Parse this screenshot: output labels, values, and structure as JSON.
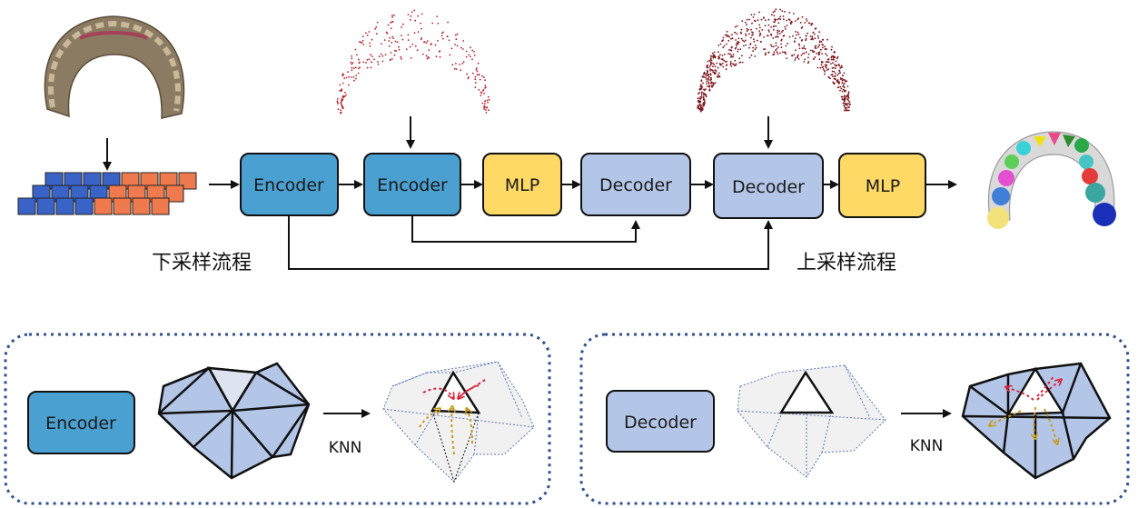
{
  "colors": {
    "encoder_fill": "#4aa0d0",
    "decoder_fill": "#b4c6e7",
    "mlp_fill": "#ffd966",
    "panel_border": "#2f4f8f",
    "mesh_fill": "#b4c6e7",
    "mesh_center": "#dde3f0",
    "mesh_light": "#f1f1f1",
    "red_arrow": "#d7263d",
    "yellow_arrow": "#c89a1a",
    "grid_blue": "#3a63c8",
    "grid_orange": "#ef7a4e"
  },
  "pipeline": {
    "encoder1": "Encoder",
    "encoder2": "Encoder",
    "mlp1": "MLP",
    "decoder1": "Decoder",
    "decoder2": "Decoder",
    "mlp2": "MLP"
  },
  "captions": {
    "downsample": "下采样流程",
    "upsample": "上采样流程"
  },
  "legend_encoder": {
    "label": "Encoder",
    "knn": "KNN"
  },
  "legend_decoder": {
    "label": "Decoder",
    "knn": "KNN"
  },
  "icons": [
    "teeth-scan-icon",
    "point-cloud-icon",
    "dense-point-cloud-icon",
    "segmented-teeth-icon",
    "mesh-icon"
  ]
}
